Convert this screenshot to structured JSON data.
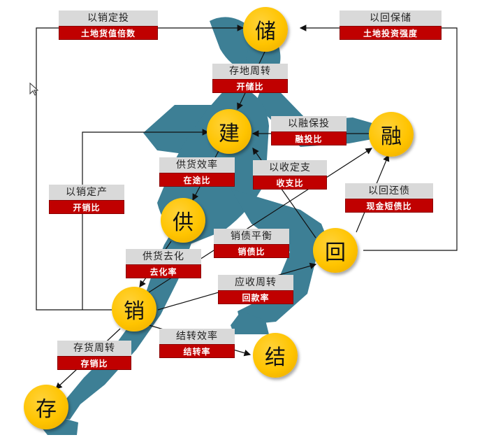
{
  "nodes": {
    "chu": "储",
    "jian": "建",
    "rong": "融",
    "gong": "供",
    "hui": "回",
    "xiao": "销",
    "jie": "结",
    "cun": "存"
  },
  "labels": {
    "yixiao_dingtou": {
      "top": "以销定投",
      "bottom": "土地货值倍数"
    },
    "yihui_baochu": {
      "top": "以回保储",
      "bottom": "土地投资强度"
    },
    "cundi_zhouzhuan": {
      "top": "存地周转",
      "bottom": "开储比"
    },
    "yirong_baotou": {
      "top": "以融保投",
      "bottom": "融投比"
    },
    "gonghuo_xiaolv": {
      "top": "供货效率",
      "bottom": "在途比"
    },
    "yishou_dingzhi": {
      "top": "以收定支",
      "bottom": "收支比"
    },
    "yixiao_dingchan": {
      "top": "以销定产",
      "bottom": "开销比"
    },
    "yihui_huanzhai": {
      "top": "以回还债",
      "bottom": "现金短债比"
    },
    "xiaozhai_pingheng": {
      "top": "销债平衡",
      "bottom": "销债比"
    },
    "gonghuo_quhua": {
      "top": "供货去化",
      "bottom": "去化率"
    },
    "yingshou_zhouzhuan": {
      "top": "应收周转",
      "bottom": "回款率"
    },
    "jiezhuan_xiaolv": {
      "top": "结转效率",
      "bottom": "结转率"
    },
    "cunhuo_zhouzhuan": {
      "top": "存货周转",
      "bottom": "存销比"
    }
  },
  "colors": {
    "figure": "#3d7f95",
    "node": "#ffc400",
    "label_top": "#d9d9d9",
    "label_bottom": "#c00000"
  }
}
